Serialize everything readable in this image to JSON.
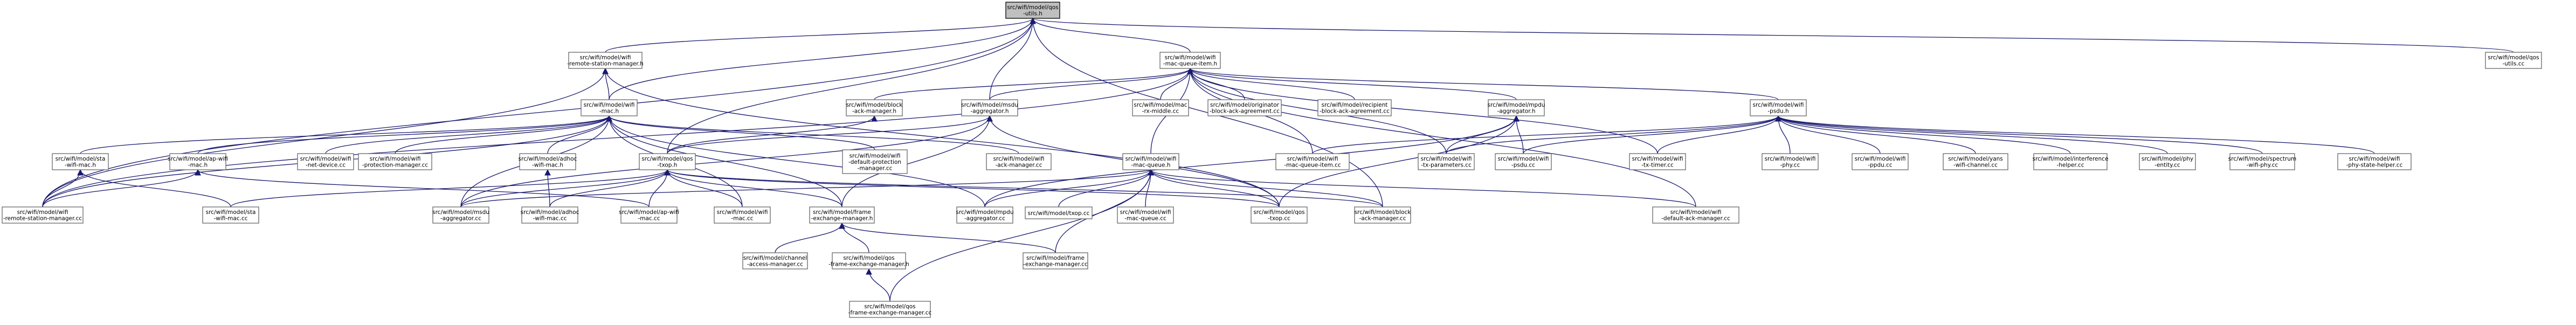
{
  "colors": {
    "edge": "#191970",
    "root_fill": "#bfbfbf",
    "node_border": "#666666"
  },
  "nodes": [
    {
      "id": "utils_h",
      "lines": [
        "src/wifi/model/qos",
        "-utils.h"
      ],
      "root": true
    },
    {
      "id": "remote_station_manager_h",
      "lines": [
        "src/wifi/model/wifi",
        "-remote-station-manager.h"
      ]
    },
    {
      "id": "mac_queue_item_h",
      "lines": [
        "src/wifi/model/wifi",
        "-mac-queue-item.h"
      ]
    },
    {
      "id": "utils_cc",
      "lines": [
        "src/wifi/model/qos",
        "-utils.cc"
      ]
    },
    {
      "id": "wifi_mac_h",
      "lines": [
        "src/wifi/model/wifi",
        "-mac.h"
      ]
    },
    {
      "id": "block_ack_manager_h",
      "lines": [
        "src/wifi/model/block",
        "-ack-manager.h"
      ]
    },
    {
      "id": "msdu_aggregator_h",
      "lines": [
        "src/wifi/model/msdu",
        "-aggregator.h"
      ]
    },
    {
      "id": "mac_rx_middle_cc",
      "lines": [
        "src/wifi/model/mac",
        "-rx-middle.cc"
      ]
    },
    {
      "id": "originator_block_ack_cc",
      "lines": [
        "src/wifi/model/originator",
        "-block-ack-agreement.cc"
      ]
    },
    {
      "id": "recipient_block_ack_cc",
      "lines": [
        "src/wifi/model/recipient",
        "-block-ack-agreement.cc"
      ]
    },
    {
      "id": "mpdu_aggregator_h",
      "lines": [
        "src/wifi/model/mpdu",
        "-aggregator.h"
      ]
    },
    {
      "id": "wifi_psdu_h",
      "lines": [
        "src/wifi/model/wifi",
        "-psdu.h"
      ]
    },
    {
      "id": "sta_wifi_mac_h",
      "lines": [
        "src/wifi/model/sta",
        "-wifi-mac.h"
      ]
    },
    {
      "id": "ap_wifi_mac_h",
      "lines": [
        "src/wifi/model/ap-wifi",
        "-mac.h"
      ]
    },
    {
      "id": "wifi_net_device_cc",
      "lines": [
        "src/wifi/model/wifi",
        "-net-device.cc"
      ]
    },
    {
      "id": "wifi_protection_manager_cc",
      "lines": [
        "src/wifi/model/wifi",
        "-protection-manager.cc"
      ]
    },
    {
      "id": "adhoc_wifi_mac_h",
      "lines": [
        "src/wifi/model/adhoc",
        "-wifi-mac.h"
      ]
    },
    {
      "id": "qos_txop_h",
      "lines": [
        "src/wifi/model/qos",
        "-txop.h"
      ]
    },
    {
      "id": "wifi_default_protection_manager_cc",
      "lines": [
        "src/wifi/model/wifi",
        "-default-protection",
        "-manager.cc"
      ]
    },
    {
      "id": "wifi_ack_manager_cc",
      "lines": [
        "src/wifi/model/wifi",
        "-ack-manager.cc"
      ]
    },
    {
      "id": "wifi_mac_queue_h",
      "lines": [
        "src/wifi/model/wifi",
        "-mac-queue.h"
      ]
    },
    {
      "id": "wifi_mac_queue_item_cc",
      "lines": [
        "src/wifi/model/wifi",
        "-mac-queue-item.cc"
      ]
    },
    {
      "id": "wifi_tx_parameters_cc",
      "lines": [
        "src/wifi/model/wifi",
        "-tx-parameters.cc"
      ]
    },
    {
      "id": "wifi_psdu_cc",
      "lines": [
        "src/wifi/model/wifi",
        "-psdu.cc"
      ]
    },
    {
      "id": "wifi_tx_timer_cc",
      "lines": [
        "src/wifi/model/wifi",
        "-tx-timer.cc"
      ]
    },
    {
      "id": "wifi_phy_cc",
      "lines": [
        "src/wifi/model/wifi",
        "-phy.cc"
      ]
    },
    {
      "id": "wifi_ppdu_cc",
      "lines": [
        "src/wifi/model/wifi",
        "-ppdu.cc"
      ]
    },
    {
      "id": "yans_wifi_channel_cc",
      "lines": [
        "src/wifi/model/yans",
        "-wifi-channel.cc"
      ]
    },
    {
      "id": "interference_helper_cc",
      "lines": [
        "src/wifi/model/interference",
        "-helper.cc"
      ]
    },
    {
      "id": "phy_entity_cc",
      "lines": [
        "src/wifi/model/phy",
        "-entity.cc"
      ]
    },
    {
      "id": "spectrum_wifi_phy_cc",
      "lines": [
        "src/wifi/model/spectrum",
        "-wifi-phy.cc"
      ]
    },
    {
      "id": "wifi_phy_state_helper_cc",
      "lines": [
        "src/wifi/model/wifi",
        "-phy-state-helper.cc"
      ]
    },
    {
      "id": "wifi_remote_station_manager_cc",
      "lines": [
        "src/wifi/model/wifi",
        "-remote-station-manager.cc"
      ]
    },
    {
      "id": "sta_wifi_mac_cc",
      "lines": [
        "src/wifi/model/sta",
        "-wifi-mac.cc"
      ]
    },
    {
      "id": "msdu_aggregator_cc",
      "lines": [
        "src/wifi/model/msdu",
        "-aggregator.cc"
      ]
    },
    {
      "id": "adhoc_wifi_mac_cc",
      "lines": [
        "src/wifi/model/adhoc",
        "-wifi-mac.cc"
      ]
    },
    {
      "id": "ap_wifi_mac_cc",
      "lines": [
        "src/wifi/model/ap-wifi",
        "-mac.cc"
      ]
    },
    {
      "id": "wifi_mac_cc",
      "lines": [
        "src/wifi/model/wifi",
        "-mac.cc"
      ]
    },
    {
      "id": "frame_exchange_manager_h",
      "lines": [
        "src/wifi/model/frame",
        "-exchange-manager.h"
      ]
    },
    {
      "id": "mpdu_aggregator_cc",
      "lines": [
        "src/wifi/model/mpdu",
        "-aggregator.cc"
      ]
    },
    {
      "id": "txop_cc",
      "lines": [
        "src/wifi/model/txop.cc"
      ]
    },
    {
      "id": "wifi_mac_queue_cc",
      "lines": [
        "src/wifi/model/wifi",
        "-mac-queue.cc"
      ]
    },
    {
      "id": "qos_txop_cc",
      "lines": [
        "src/wifi/model/qos",
        "-txop.cc"
      ]
    },
    {
      "id": "block_ack_manager_cc",
      "lines": [
        "src/wifi/model/block",
        "-ack-manager.cc"
      ]
    },
    {
      "id": "wifi_default_ack_manager_cc",
      "lines": [
        "src/wifi/model/wifi",
        "-default-ack-manager.cc"
      ]
    },
    {
      "id": "channel_access_manager_cc",
      "lines": [
        "src/wifi/model/channel",
        "-access-manager.cc"
      ]
    },
    {
      "id": "qos_frame_exchange_manager_h",
      "lines": [
        "src/wifi/model/qos",
        "-frame-exchange-manager.h"
      ]
    },
    {
      "id": "frame_exchange_manager_cc",
      "lines": [
        "src/wifi/model/frame",
        "-exchange-manager.cc"
      ]
    },
    {
      "id": "qos_frame_exchange_manager_cc",
      "lines": [
        "src/wifi/model/qos",
        "-frame-exchange-manager.cc"
      ]
    }
  ],
  "edges": [
    [
      "remote_station_manager_h",
      "utils_h"
    ],
    [
      "mac_queue_item_h",
      "utils_h"
    ],
    [
      "utils_cc",
      "utils_h"
    ],
    [
      "wifi_mac_h",
      "utils_h"
    ],
    [
      "msdu_aggregator_h",
      "utils_h"
    ],
    [
      "qos_txop_h",
      "utils_h"
    ],
    [
      "block_ack_manager_cc",
      "utils_h"
    ],
    [
      "wifi_remote_station_manager_cc",
      "utils_h"
    ],
    [
      "wifi_mac_h",
      "remote_station_manager_h"
    ],
    [
      "wifi_remote_station_manager_cc",
      "remote_station_manager_h"
    ],
    [
      "qos_txop_cc",
      "remote_station_manager_h"
    ],
    [
      "block_ack_manager_h",
      "mac_queue_item_h"
    ],
    [
      "msdu_aggregator_h",
      "mac_queue_item_h"
    ],
    [
      "mac_rx_middle_cc",
      "mac_queue_item_h"
    ],
    [
      "originator_block_ack_cc",
      "mac_queue_item_h"
    ],
    [
      "recipient_block_ack_cc",
      "mac_queue_item_h"
    ],
    [
      "mpdu_aggregator_h",
      "mac_queue_item_h"
    ],
    [
      "wifi_psdu_h",
      "mac_queue_item_h"
    ],
    [
      "wifi_mac_queue_h",
      "mac_queue_item_h"
    ],
    [
      "wifi_mac_queue_item_cc",
      "mac_queue_item_h"
    ],
    [
      "wifi_tx_parameters_cc",
      "mac_queue_item_h"
    ],
    [
      "wifi_tx_timer_cc",
      "mac_queue_item_h"
    ],
    [
      "wifi_default_ack_manager_cc",
      "mac_queue_item_h"
    ],
    [
      "wifi_remote_station_manager_cc",
      "mac_queue_item_h"
    ],
    [
      "sta_wifi_mac_h",
      "wifi_mac_h"
    ],
    [
      "ap_wifi_mac_h",
      "wifi_mac_h"
    ],
    [
      "wifi_net_device_cc",
      "wifi_mac_h"
    ],
    [
      "wifi_protection_manager_cc",
      "wifi_mac_h"
    ],
    [
      "adhoc_wifi_mac_h",
      "wifi_mac_h"
    ],
    [
      "wifi_default_protection_manager_cc",
      "wifi_mac_h"
    ],
    [
      "wifi_ack_manager_cc",
      "wifi_mac_h"
    ],
    [
      "msdu_aggregator_cc",
      "wifi_mac_h"
    ],
    [
      "wifi_mac_cc",
      "wifi_mac_h"
    ],
    [
      "frame_exchange_manager_h",
      "wifi_mac_h"
    ],
    [
      "mpdu_aggregator_cc",
      "wifi_mac_h"
    ],
    [
      "wifi_remote_station_manager_cc",
      "wifi_mac_h"
    ],
    [
      "qos_txop_h",
      "block_ack_manager_h"
    ],
    [
      "qos_txop_h",
      "msdu_aggregator_h"
    ],
    [
      "msdu_aggregator_cc",
      "msdu_aggregator_h"
    ],
    [
      "qos_txop_cc",
      "msdu_aggregator_h"
    ],
    [
      "frame_exchange_manager_h",
      "msdu_aggregator_h"
    ],
    [
      "mpdu_aggregator_cc",
      "mpdu_aggregator_h"
    ],
    [
      "wifi_psdu_cc",
      "mpdu_aggregator_h"
    ],
    [
      "qos_txop_cc",
      "mpdu_aggregator_h"
    ],
    [
      "wifi_tx_parameters_cc",
      "mpdu_aggregator_h"
    ],
    [
      "wifi_psdu_cc",
      "wifi_psdu_h"
    ],
    [
      "wifi_tx_timer_cc",
      "wifi_psdu_h"
    ],
    [
      "wifi_phy_cc",
      "wifi_psdu_h"
    ],
    [
      "wifi_ppdu_cc",
      "wifi_psdu_h"
    ],
    [
      "yans_wifi_channel_cc",
      "wifi_psdu_h"
    ],
    [
      "interference_helper_cc",
      "wifi_psdu_h"
    ],
    [
      "phy_entity_cc",
      "wifi_psdu_h"
    ],
    [
      "spectrum_wifi_phy_cc",
      "wifi_psdu_h"
    ],
    [
      "wifi_phy_state_helper_cc",
      "wifi_psdu_h"
    ],
    [
      "wifi_mac_queue_item_cc",
      "wifi_psdu_h"
    ],
    [
      "wifi_tx_parameters_cc",
      "wifi_psdu_h"
    ],
    [
      "wifi_remote_station_manager_cc",
      "sta_wifi_mac_h"
    ],
    [
      "sta_wifi_mac_cc",
      "sta_wifi_mac_h"
    ],
    [
      "wifi_remote_station_manager_cc",
      "ap_wifi_mac_h"
    ],
    [
      "ap_wifi_mac_cc",
      "ap_wifi_mac_h"
    ],
    [
      "adhoc_wifi_mac_cc",
      "adhoc_wifi_mac_h"
    ],
    [
      "sta_wifi_mac_cc",
      "qos_txop_h"
    ],
    [
      "msdu_aggregator_cc",
      "qos_txop_h"
    ],
    [
      "adhoc_wifi_mac_cc",
      "qos_txop_h"
    ],
    [
      "ap_wifi_mac_cc",
      "qos_txop_h"
    ],
    [
      "wifi_mac_cc",
      "qos_txop_h"
    ],
    [
      "frame_exchange_manager_h",
      "qos_txop_h"
    ],
    [
      "qos_txop_cc",
      "qos_txop_h"
    ],
    [
      "block_ack_manager_cc",
      "qos_txop_h"
    ],
    [
      "msdu_aggregator_cc",
      "wifi_mac_queue_h"
    ],
    [
      "mpdu_aggregator_cc",
      "wifi_mac_queue_h"
    ],
    [
      "txop_cc",
      "wifi_mac_queue_h"
    ],
    [
      "wifi_mac_queue_cc",
      "wifi_mac_queue_h"
    ],
    [
      "qos_txop_cc",
      "wifi_mac_queue_h"
    ],
    [
      "block_ack_manager_cc",
      "wifi_mac_queue_h"
    ],
    [
      "wifi_default_ack_manager_cc",
      "wifi_mac_queue_h"
    ],
    [
      "frame_exchange_manager_cc",
      "wifi_mac_queue_h"
    ],
    [
      "qos_frame_exchange_manager_cc",
      "wifi_mac_queue_h"
    ],
    [
      "channel_access_manager_cc",
      "frame_exchange_manager_h"
    ],
    [
      "qos_frame_exchange_manager_h",
      "frame_exchange_manager_h"
    ],
    [
      "frame_exchange_manager_cc",
      "frame_exchange_manager_h"
    ],
    [
      "qos_frame_exchange_manager_cc",
      "qos_frame_exchange_manager_h"
    ]
  ]
}
